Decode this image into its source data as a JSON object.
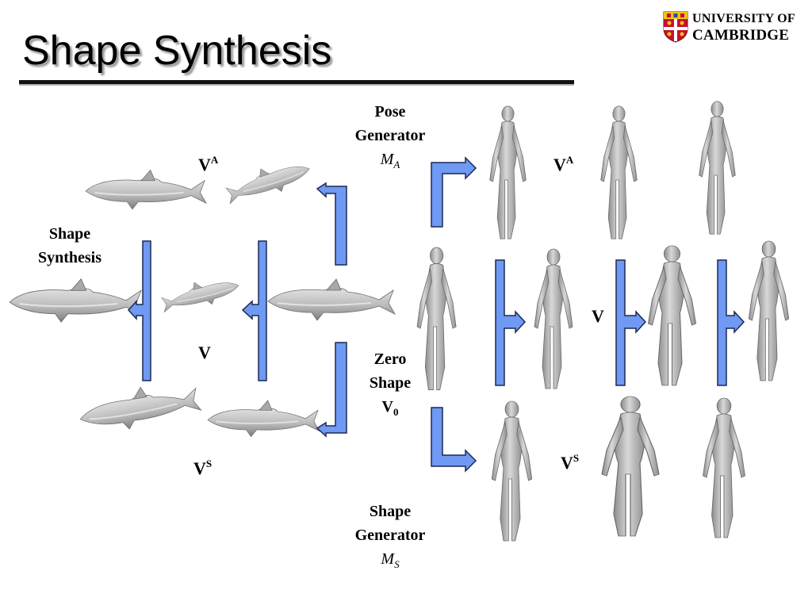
{
  "slide": {
    "title": "Shape Synthesis"
  },
  "logo": {
    "line1": "UNIVERSITY OF",
    "line2": "CAMBRIDGE"
  },
  "labels": {
    "pose_generator": {
      "line1": "Pose",
      "line2": "Generator",
      "math": "M",
      "sub": "A"
    },
    "shape_synthesis": {
      "line1": "Shape",
      "line2": "Synthesis"
    },
    "zero_shape": {
      "line1": "Zero",
      "line2": "Shape",
      "math": "V",
      "sub": "0"
    },
    "shape_generator": {
      "line1": "Shape",
      "line2": "Generator",
      "math": "M",
      "sub": "S"
    }
  },
  "symbols": {
    "v": "V",
    "a": "A",
    "s": "S"
  },
  "colors": {
    "arrow_fill": "#6f99f2",
    "arrow_stroke": "#1a2a55",
    "mesh_light": "#d4d4d4",
    "mesh_dark": "#8a8a8a"
  }
}
